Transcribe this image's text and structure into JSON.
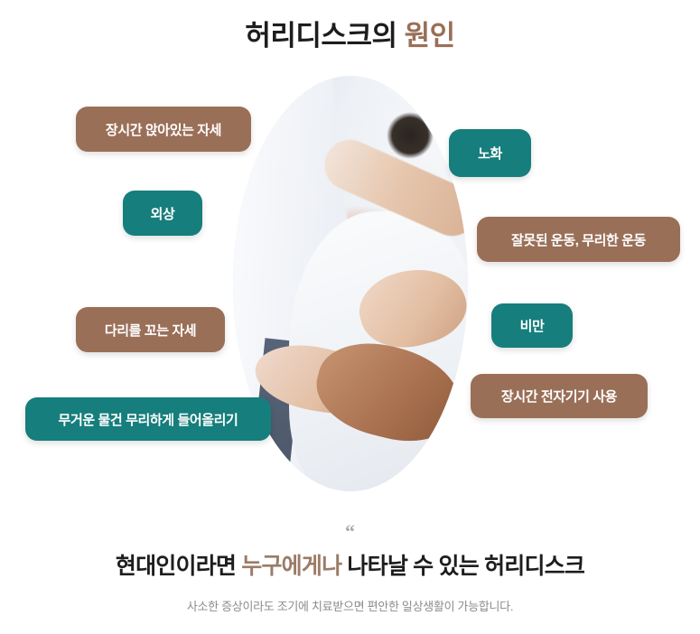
{
  "header": {
    "title_main": "허리디스크의 ",
    "title_accent": "원인",
    "accent_color": "#9a6f57"
  },
  "photo": {
    "alt": "doctor-examining-patient-lower-back"
  },
  "causes": [
    {
      "id": "sitting",
      "label": "장시간 앉아있는 자세",
      "color": "brown",
      "hex": "#9a6f57"
    },
    {
      "id": "aging",
      "label": "노화",
      "color": "teal",
      "hex": "#167e7c"
    },
    {
      "id": "trauma",
      "label": "외상",
      "color": "teal",
      "hex": "#167e7c"
    },
    {
      "id": "exercise",
      "label": "잘못된 운동, 무리한 운동",
      "color": "brown",
      "hex": "#9a6f57"
    },
    {
      "id": "crosslegs",
      "label": "다리를 꼬는 자세",
      "color": "brown",
      "hex": "#9a6f57"
    },
    {
      "id": "obesity",
      "label": "비만",
      "color": "teal",
      "hex": "#167e7c"
    },
    {
      "id": "lifting",
      "label": "무거운 물건 무리하게 들어올리기",
      "color": "teal",
      "hex": "#167e7c"
    },
    {
      "id": "devices",
      "label": "장시간 전자기기 사용",
      "color": "brown",
      "hex": "#9a6f57"
    }
  ],
  "footer": {
    "quote_mark": "“",
    "heading_part1": "현대인이라면 ",
    "heading_accent": "누구에게나",
    "heading_part2": " 나타날 수 있는 허리디스크",
    "subtitle": "사소한 증상이라도 조기에 치료받으면 편안한 일상생활이 가능합니다.",
    "accent_color": "#9b7c67",
    "subtitle_color": "#8c8c8c"
  }
}
